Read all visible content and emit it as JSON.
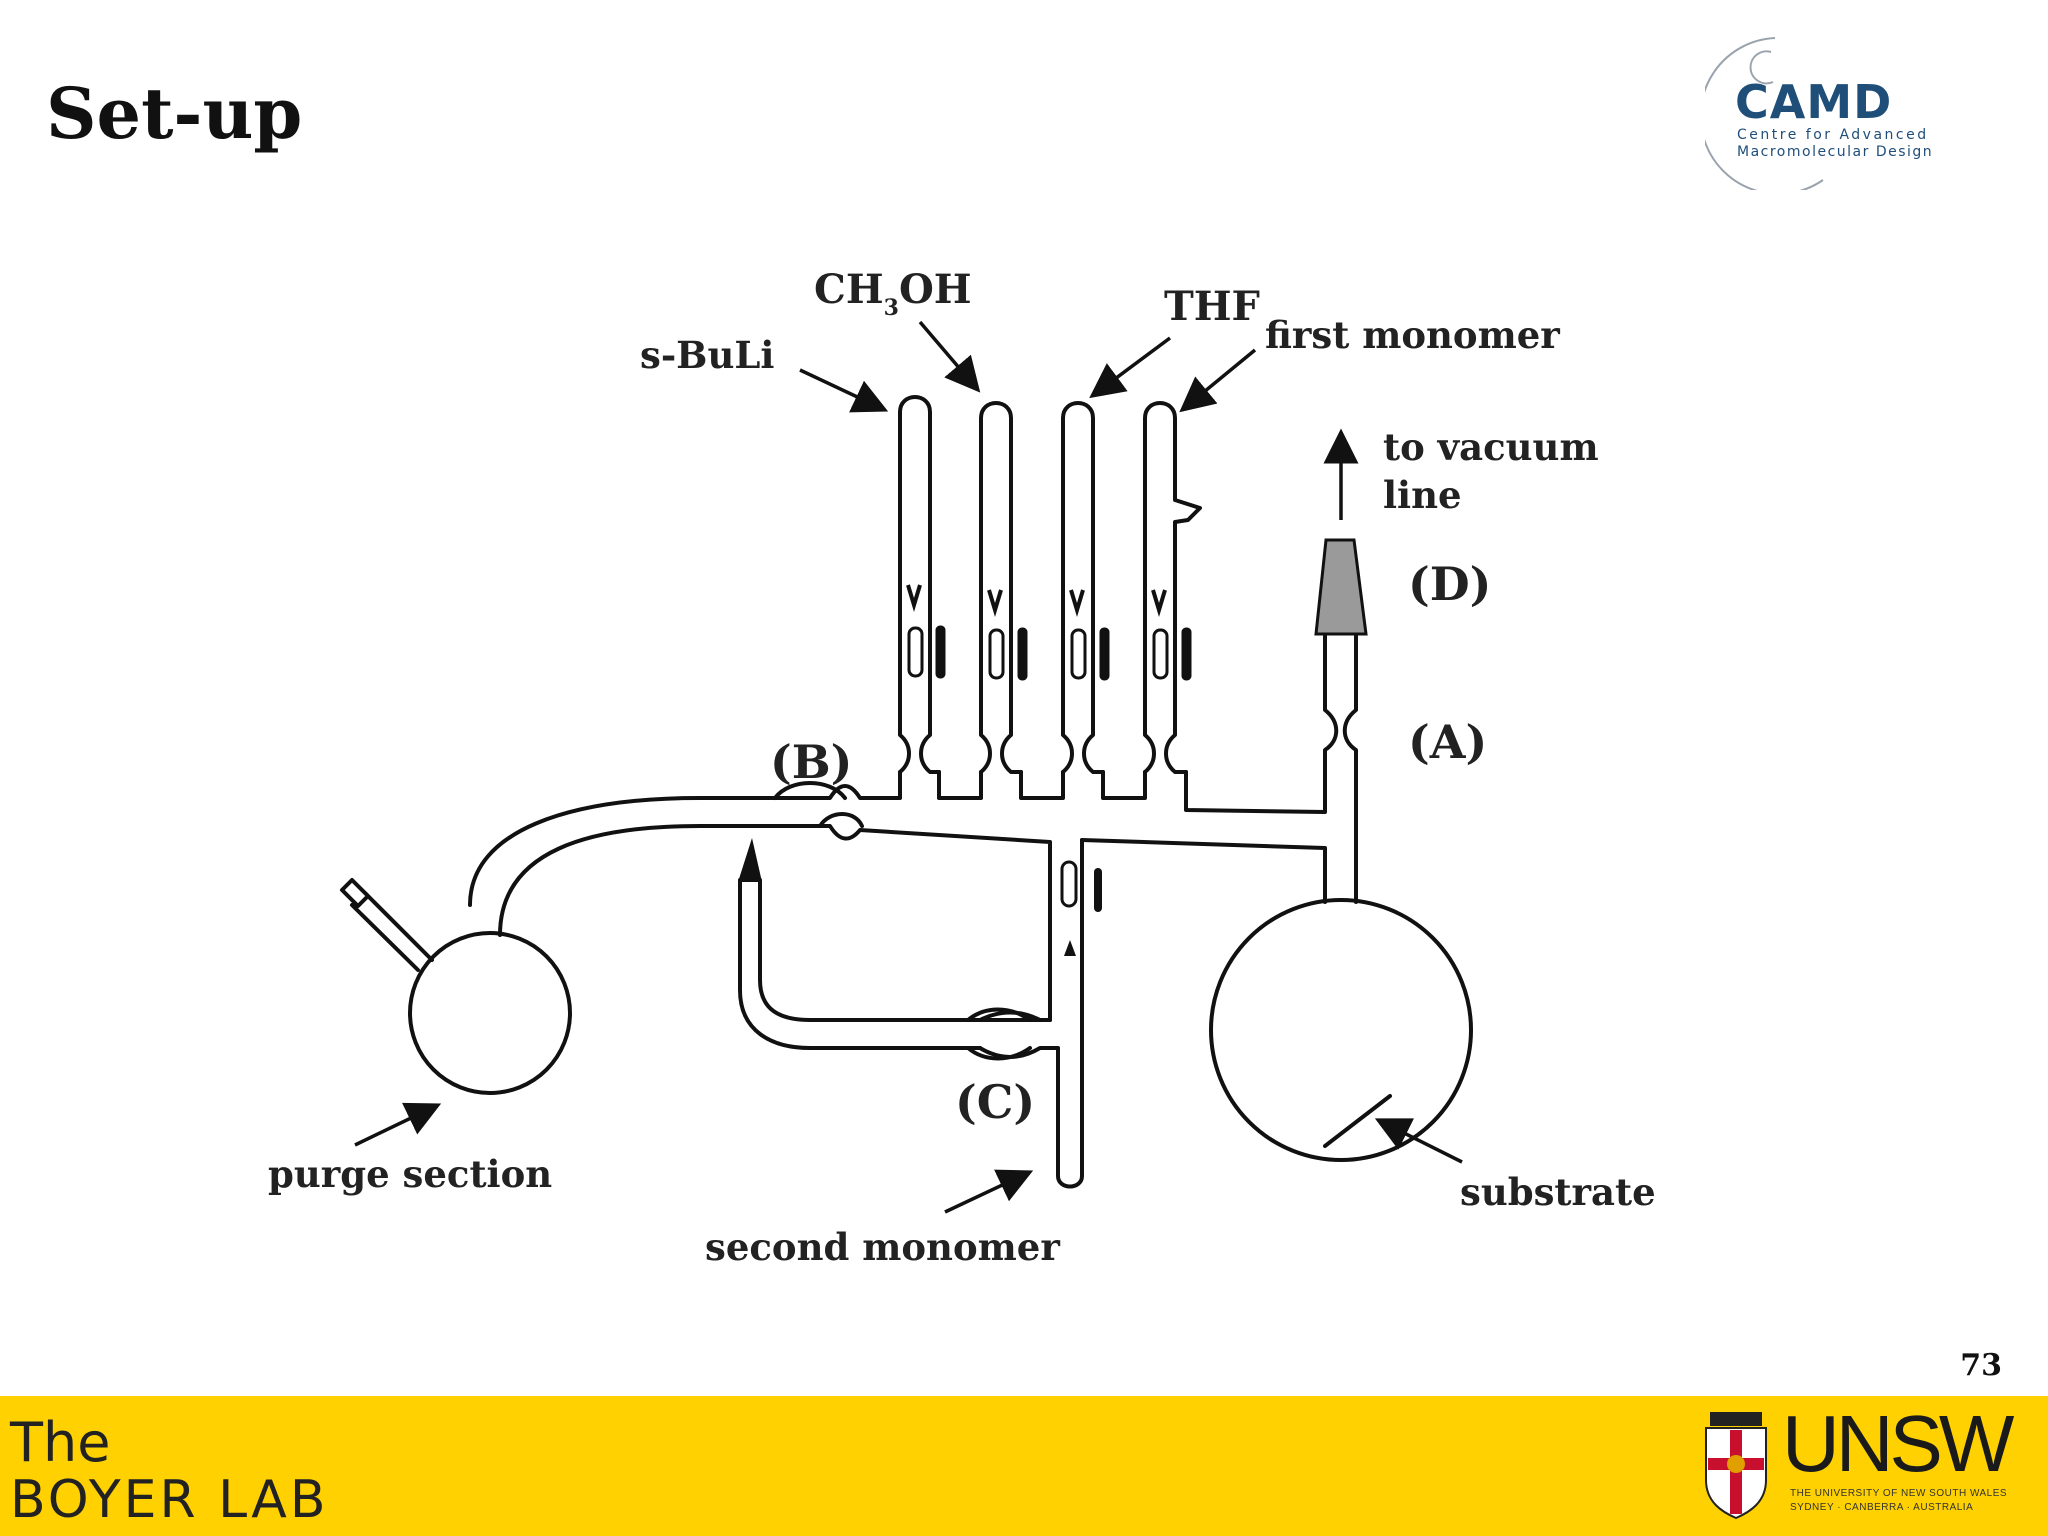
{
  "slide": {
    "title": "Set-up",
    "page_number": "73"
  },
  "logo_camd": {
    "name": "CAMD",
    "line1": "Centre for Advanced",
    "line2": "Macromolecular Design"
  },
  "diagram": {
    "labels": {
      "sbuli": "s-BuLi",
      "ch3oh_ch": "CH",
      "ch3oh_sub": "3",
      "ch3oh_oh": "OH",
      "thf": "THF",
      "first_monomer": "first monomer",
      "to_vacuum_1": "to vacuum",
      "to_vacuum_2": "line",
      "d": "(D)",
      "a": "(A)",
      "b": "(B)",
      "c": "(C)",
      "purge_section": "purge section",
      "second_monomer": "second monomer",
      "substrate": "substrate"
    }
  },
  "footer": {
    "lab_the": "The",
    "lab_name": "BOYER LAB",
    "unsw_word": "UNSW",
    "unsw_sub1": "THE UNIVERSITY OF NEW SOUTH WALES",
    "unsw_sub2": "SYDNEY · CANBERRA · AUSTRALIA"
  },
  "colors": {
    "footer_bg": "#ffd100",
    "camd_blue": "#1f4e79",
    "stopcock_grey": "#9a9a9a",
    "crest_red": "#c8102e"
  }
}
